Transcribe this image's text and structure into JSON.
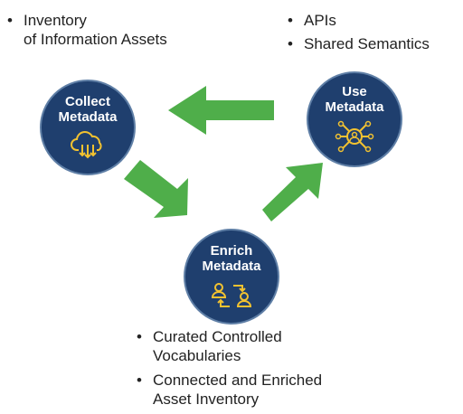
{
  "top_left_bullets": [
    "Inventory\nof Information Assets"
  ],
  "top_right_bullets": [
    "APIs",
    "Shared Semantics"
  ],
  "bottom_bullets": [
    "Curated Controlled\nVocabularies",
    "Connected and Enriched\nAsset Inventory"
  ],
  "nodes": {
    "collect": {
      "line1": "Collect",
      "line2": "Metadata",
      "icon": "cloud-download-icon"
    },
    "use": {
      "line1": "Use",
      "line2": "Metadata",
      "icon": "user-network-icon"
    },
    "enrich": {
      "line1": "Enrich",
      "line2": "Metadata",
      "icon": "user-exchange-icon"
    }
  },
  "colors": {
    "node_fill": "#1f3f6e",
    "node_border": "#5f7fa6",
    "arrow_green": "#4fae4a",
    "icon_yellow": "#f2c230",
    "text_white": "#ffffff"
  }
}
